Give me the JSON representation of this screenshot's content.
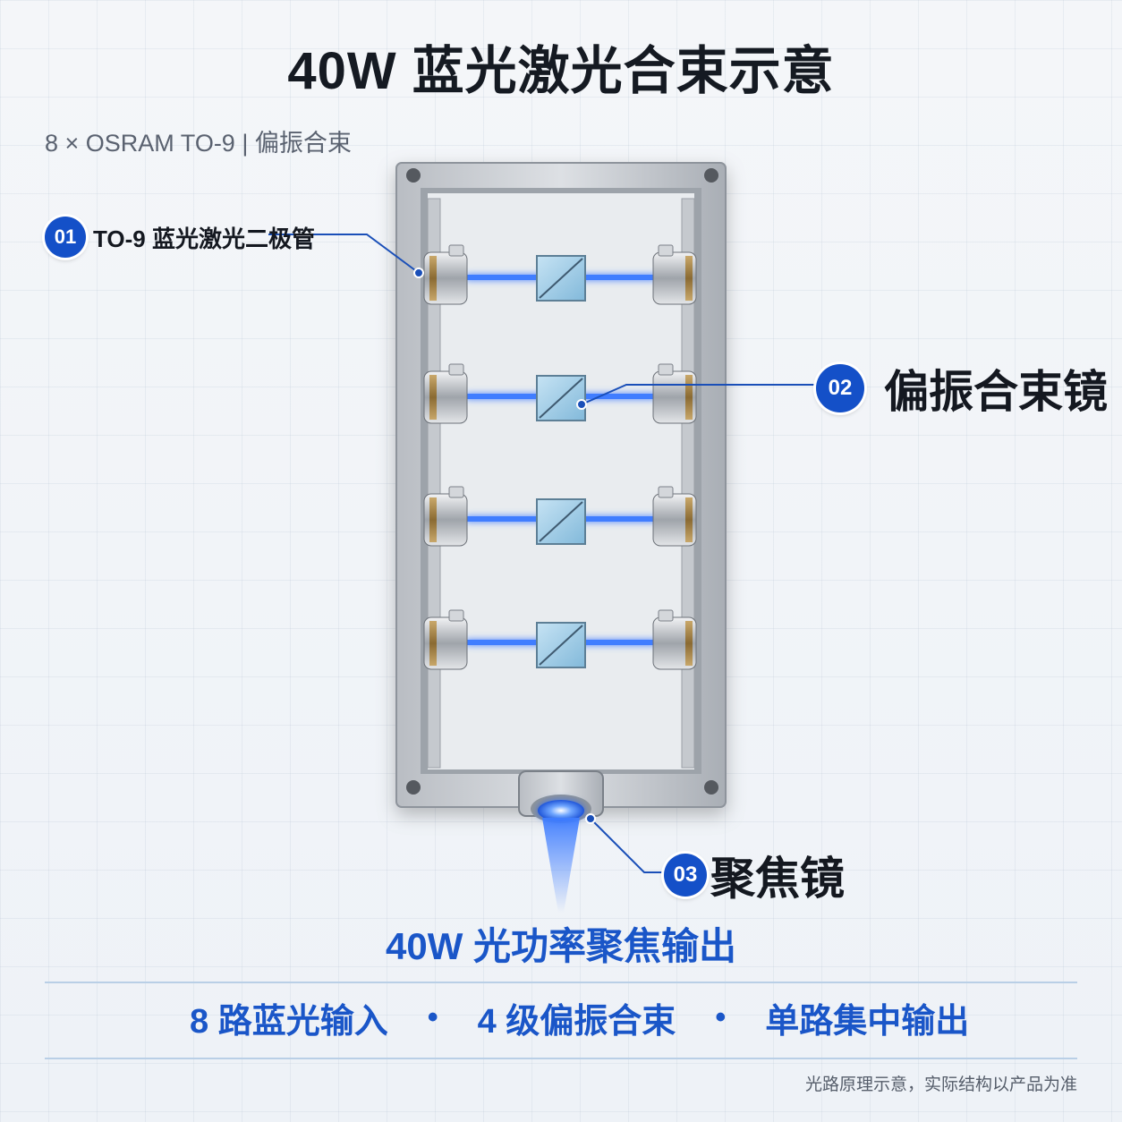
{
  "title": "40W 蓝光激光合束示意",
  "subtitle": "8 × OSRAM TO-9 | 偏振合束",
  "callouts": [
    {
      "number": "01",
      "label": "TO-9 蓝光激光二极管"
    },
    {
      "number": "02",
      "label": "偏振合束镜"
    },
    {
      "number": "03",
      "label": "聚焦镜"
    }
  ],
  "output_label": "40W 光功率聚焦输出",
  "features": [
    "8 路蓝光输入",
    "4 级偏振合束",
    "单路集中输出"
  ],
  "feature_separator": "•",
  "footnote": "光路原理示意，实际结构以产品为准",
  "colors": {
    "beam": "#3f7dff",
    "accent": "#1a56c8",
    "badge": "#1450c8"
  },
  "stages": 4
}
